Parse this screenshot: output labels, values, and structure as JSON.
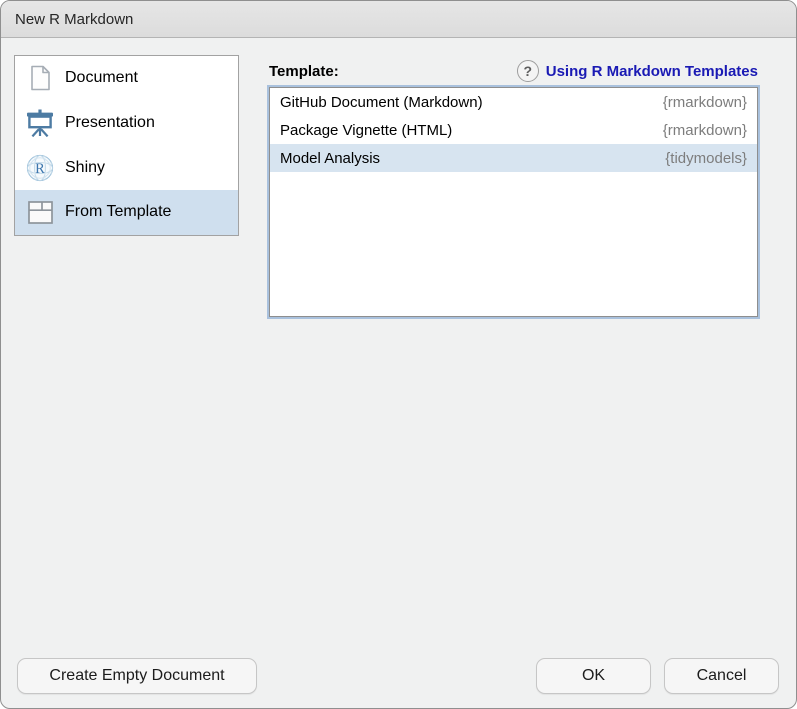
{
  "window": {
    "title": "New R Markdown"
  },
  "sidebar": {
    "items": [
      {
        "label": "Document",
        "icon": "document-icon",
        "selected": false
      },
      {
        "label": "Presentation",
        "icon": "presentation-icon",
        "selected": false
      },
      {
        "label": "Shiny",
        "icon": "shiny-icon",
        "selected": false
      },
      {
        "label": "From Template",
        "icon": "from-template-icon",
        "selected": true
      }
    ]
  },
  "main": {
    "template_label": "Template:",
    "help_icon_glyph": "?",
    "help_link_label": "Using R Markdown Templates",
    "templates": [
      {
        "name": "GitHub Document (Markdown)",
        "package": "{rmarkdown}",
        "selected": false
      },
      {
        "name": "Package Vignette (HTML)",
        "package": "{rmarkdown}",
        "selected": false
      },
      {
        "name": "Model Analysis",
        "package": "{tidymodels}",
        "selected": true
      }
    ]
  },
  "footer": {
    "create_empty_label": "Create Empty Document",
    "ok_label": "OK",
    "cancel_label": "Cancel"
  },
  "colors": {
    "sidebar_selection": "#cfdfee",
    "list_selection": "#d7e4f0",
    "list_focus_ring": "#a9c1dd",
    "link_blue": "#1a1ab4",
    "package_gray": "#7d7d7d",
    "icon_steel_blue": "#4d7ba3",
    "titlebar_gray": "#e0e0e0"
  }
}
